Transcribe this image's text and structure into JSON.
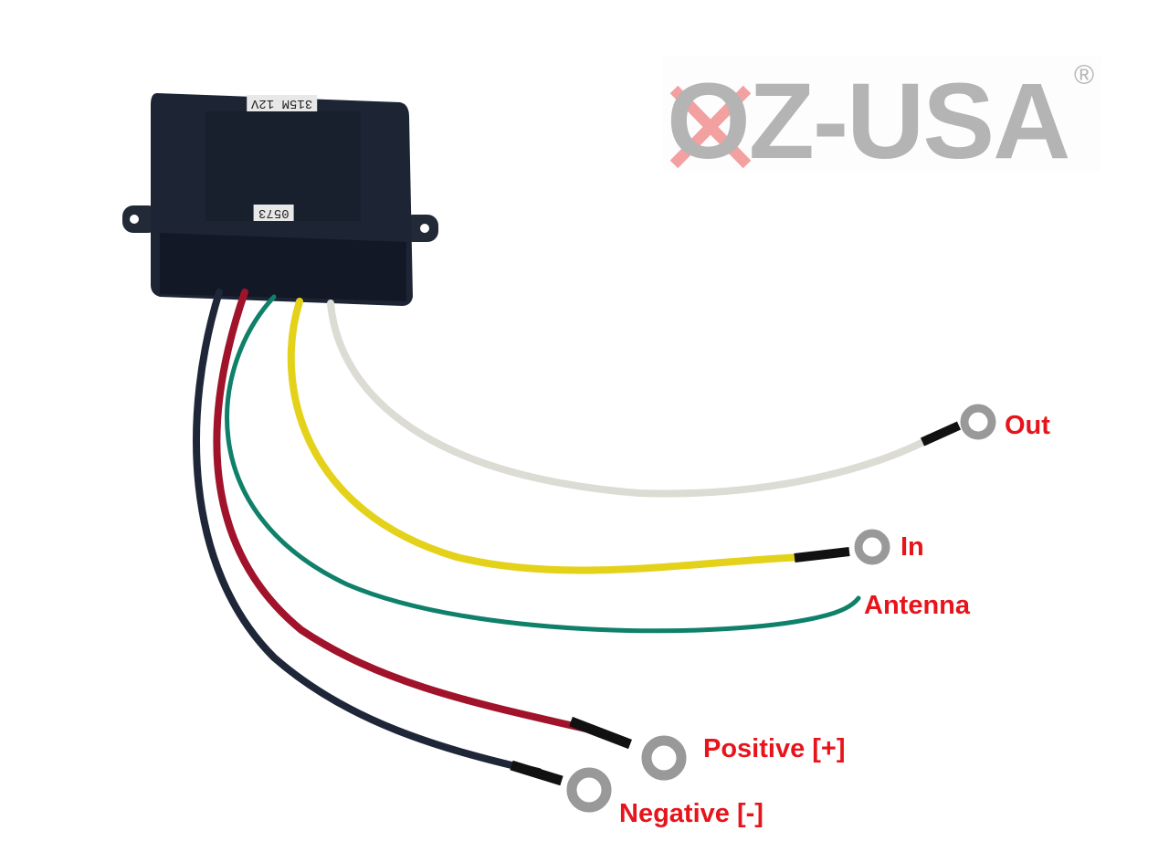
{
  "logo": {
    "text": "OZ-USA",
    "registered": "®"
  },
  "device": {
    "top_tag": "315M 12V",
    "front_tag": "0573"
  },
  "labels": {
    "out": "Out",
    "in": "In",
    "antenna": "Antenna",
    "positive": "Positive [+]",
    "negative": "Negative [-]"
  },
  "colors": {
    "label": "#e8141c",
    "logo": "#b4b4b4",
    "logo_x": "#f2a0a0",
    "box": "#1c2433"
  }
}
